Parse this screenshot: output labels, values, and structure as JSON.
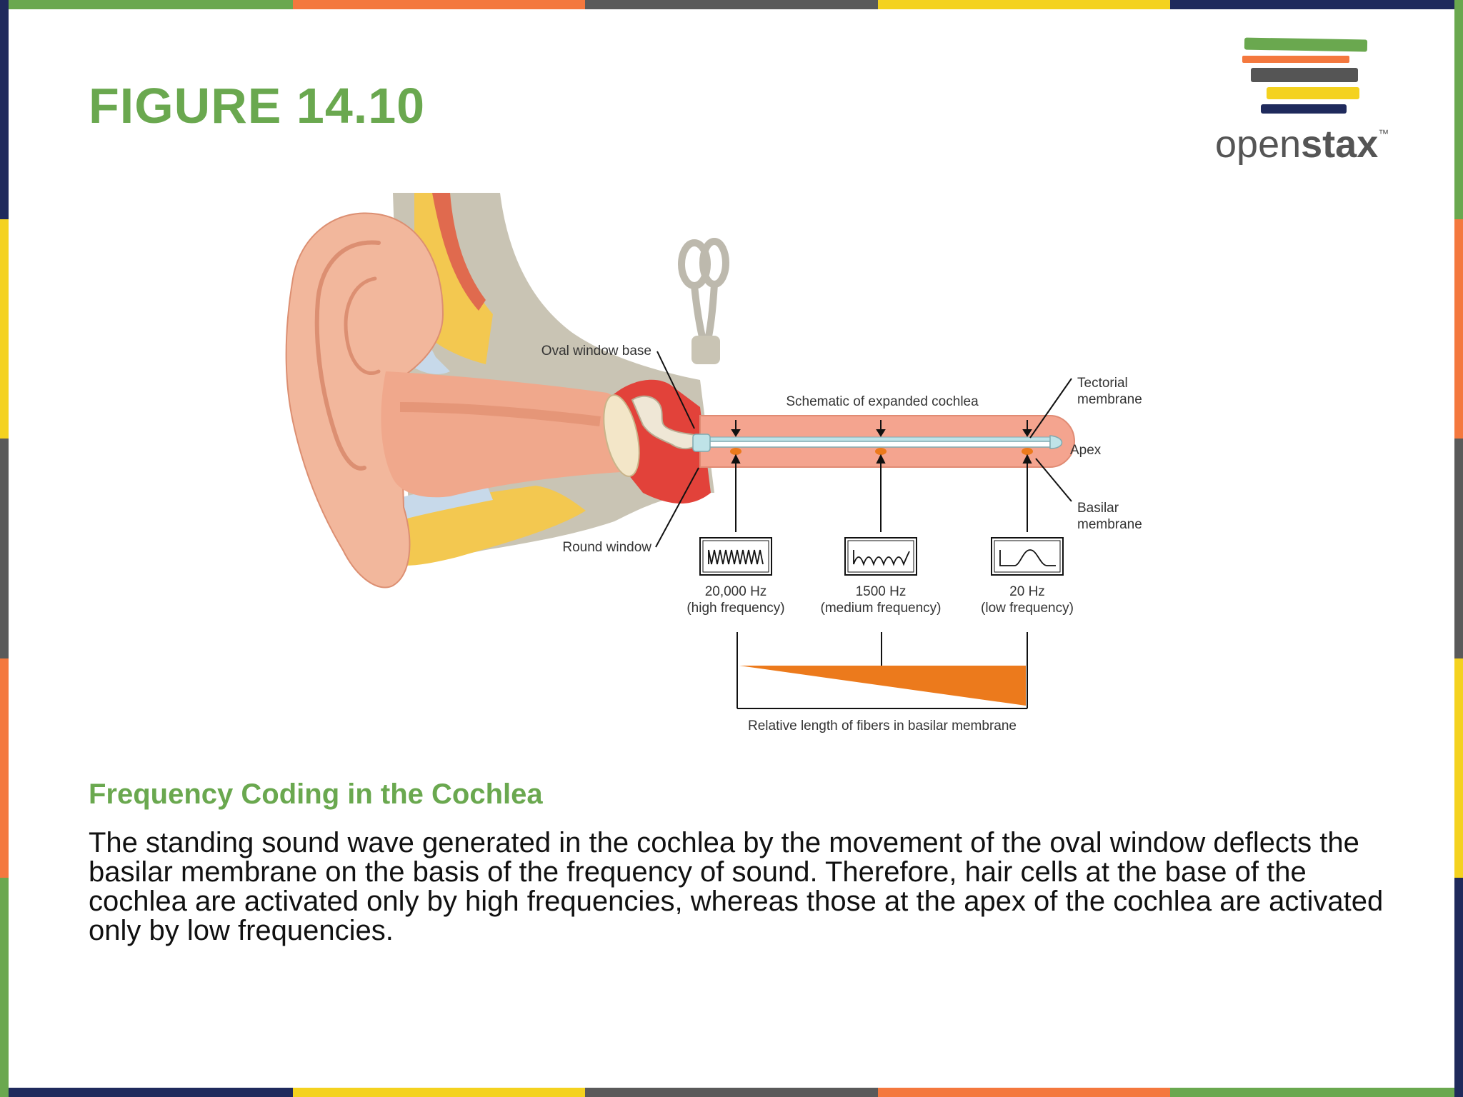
{
  "slide": {
    "figure_label": "FIGURE 14.10",
    "caption_title": "Frequency Coding in the Cochlea",
    "caption_text": "The standing sound wave generated in the cochlea by the movement of the oval window deflects the basilar membrane on the basis of the frequency of sound. Therefore, hair cells at the base of the cochlea are activated only by high frequencies, whereas those at the apex of the cochlea are activated only by low frequencies."
  },
  "logo": {
    "text_regular": "open",
    "text_bold": "stax",
    "trademark": "™",
    "bar_colors": [
      "#6aa84f",
      "#f4783e",
      "#555555",
      "#f4d21f",
      "#1f2a5c"
    ]
  },
  "frame": {
    "colors": [
      "#6aa84f",
      "#f4783e",
      "#5a5a5a",
      "#f4d21f",
      "#1f2a5c"
    ]
  },
  "diagram": {
    "labels": {
      "oval_window_base": "Oval window base",
      "round_window": "Round window",
      "schematic_title": "Schematic of expanded cochlea",
      "tectorial_line1": "Tectorial",
      "tectorial_line2": "membrane",
      "apex": "Apex",
      "basilar_line1": "Basilar",
      "basilar_line2": "membrane",
      "relative_length": "Relative length of fibers in basilar membrane"
    },
    "frequencies": [
      {
        "value": "20,000 Hz",
        "desc": "(high frequency)"
      },
      {
        "value": "1500 Hz",
        "desc": "(medium frequency)"
      },
      {
        "value": "20 Hz",
        "desc": "(low frequency)"
      }
    ],
    "colors": {
      "skin": "#f2b79c",
      "skin_dark": "#dc8f72",
      "fat": "#f3c850",
      "bone": "#c9c4b4",
      "cartilage": "#c7d9ea",
      "middle_ear": "#e2423a",
      "cochlea_fill": "#f4a48f",
      "membrane": "#bfe3e8",
      "fiber_orange": "#ec7a1c"
    }
  }
}
